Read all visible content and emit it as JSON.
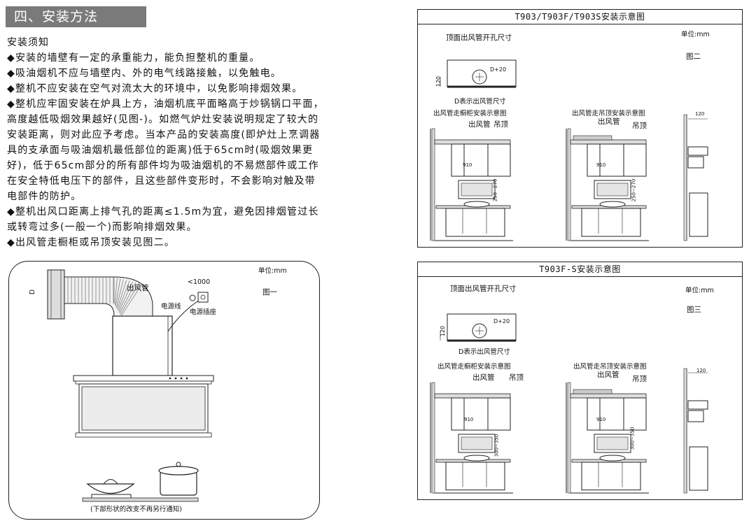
{
  "section_title": "四、安装方法",
  "subheading": "安装须知",
  "notes": [
    "◆安装的墙壁有一定的承重能力，能负担整机的重量。",
    "◆吸油烟机不应与墙壁内、外的电气线路接触，以免触电。",
    "◆整机不应安装在空气对流太大的环境中，以免影响排烟效果。",
    "◆整机应牢固安装在炉具上方，油烟机底平面略高于炒锅锅口平面，高度越低吸烟效果越好(见图-)。如燃气炉灶安装说明规定了较大的安装距离，则对此应予考虑。当本产品的安装高度(即炉灶上烹调器具的支承面与吸油烟机最低部位的距离)低于65cm时(吸烟效果更好)，低于65cm部分的所有部件均为吸油烟机的不易燃部件或工作在安全特低电压下的部件，且这些部件变形时，不会影响对触及带电部件的防护。",
    "◆整机出风口距离上排气孔的距离≤1.5m为宜，避免因排烟管过长或转弯过多(一般一个)而影响排烟效果。",
    "◆出风管走橱柜或吊顶安装见图二。"
  ],
  "figure1": {
    "unit": "单位:mm",
    "label": "图一",
    "duct_label": "出风管",
    "d_label": "D",
    "distance_label": "<1000",
    "cable_label": "电源线",
    "socket_label": "电源插座",
    "footnote": "(下部形状的改变不再另行通知)"
  },
  "figure2": {
    "title": "T903/T903F/T903S安装示意图",
    "unit": "单位:mm",
    "label": "图二",
    "top_hole_title": "顶面出风管开孔尺寸",
    "hole_dim": "D+20",
    "height_dim": "120",
    "d_note": "D表示出风管尺寸",
    "cabinet_title": "出风管走橱柜安装示意图",
    "ceiling_title": "出风管走吊顶安装示意图",
    "duct": "出风管",
    "ceiling": "吊顶",
    "width_dim": "910",
    "height_range": "250~270",
    "side_dim": "120"
  },
  "figure3": {
    "title": "T903F-S安装示意图",
    "unit": "单位:mm",
    "label": "图三",
    "top_hole_title": "顶面出风管开孔尺寸",
    "hole_dim": "D+20",
    "height_dim": "120",
    "d_note": "D表示出风管尺寸",
    "cabinet_title": "出风管走橱柜安装示意图",
    "ceiling_title": "出风管走吊顶安装示意图",
    "duct": "出风管",
    "ceiling": "吊顶",
    "width_dim": "910",
    "height_range": "300~350",
    "side_dim": "120"
  }
}
